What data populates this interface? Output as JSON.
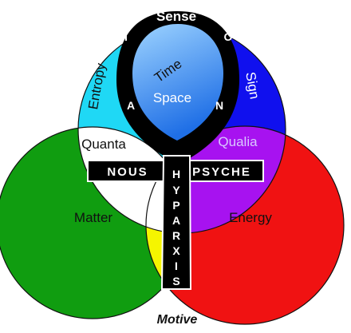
{
  "labels": {
    "sense": "Sense",
    "motive": "Motive",
    "time": "Time",
    "space": "Space",
    "entropy": "Entropy",
    "sign": "Sign",
    "quanta": "Quanta",
    "qualia": "Qualia",
    "matter": "Matter",
    "energy": "Energy",
    "nous": "NOUS",
    "psyche": "PSYCHE",
    "ankh_letters": [
      "I",
      "O",
      "A",
      "N"
    ],
    "hyparxis_letters": [
      "H",
      "Y",
      "P",
      "A",
      "R",
      "X",
      "I",
      "S"
    ]
  },
  "colors": {
    "green": "#109d10",
    "red": "#f01212",
    "yellow": "#f5f500",
    "cyan": "#1fd8f5",
    "blue": "#1010ee",
    "purple": "#a712f0",
    "white": "#ffffff",
    "black": "#000000",
    "loop_top": "#9ed4ff",
    "loop_bottom": "#1f6fe6"
  }
}
